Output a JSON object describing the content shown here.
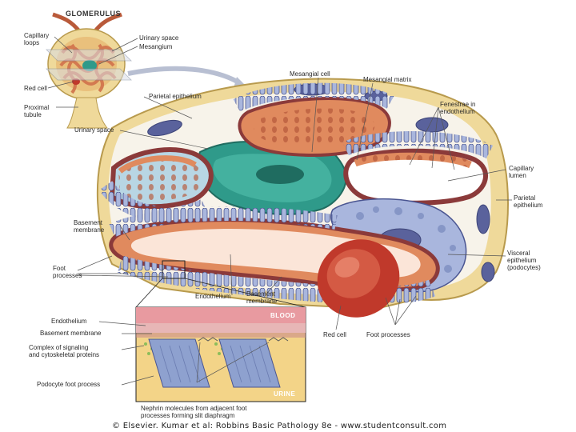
{
  "labels": {
    "glomerulus": "GLOMERULUS",
    "capillary_loops": "Capillary\nloops",
    "urinary_space_top": "Urinary space",
    "mesangium": "Mesangium",
    "red_cell_top": "Red cell",
    "proximal_tubule": "Proximal\ntubule",
    "mesangial_cell": "Mesangial cell",
    "mesangial_matrix": "Mesangial matrix",
    "parietal_epithelium_left": "Parietal epithelium",
    "fenestrae": "Fenestrae in\nendothelium",
    "urinary_space": "Urinary space",
    "capillary_lumen": "Capillary\nlumen",
    "parietal_epithelium_right": "Parietal\nepithelium",
    "basement_membrane_left": "Basement\nmembrane",
    "visceral_epithelium": "Visceral\nepithelium\n(podocytes)",
    "foot_processes_left": "Foot\nprocesses",
    "endothelium_mid": "Endothelium",
    "basement_membrane_mid": "Basement\nmembrane",
    "red_cell_bottom": "Red cell",
    "foot_processes_bottom": "Foot processes",
    "endothelium_inset": "Endothelium",
    "basement_membrane_inset": "Basement membrane",
    "complex_signaling": "Complex of signaling\nand cytoskeletal proteins",
    "podocyte_foot_process": "Podocyte foot process",
    "nephrin": "Nephrin molecules from adjacent foot\nprocesses forming slit diaphragm"
  },
  "inset_tags": {
    "blood": "BLOOD",
    "urine": "URINE"
  },
  "caption": "© Elsevier. Kumar et al: Robbins Basic Pathology 8e - www.studentconsult.com",
  "colors": {
    "capillary_wall": "#e08a5e",
    "basement_membrane": "#8b3a3a",
    "mesangium": "#2f9a8a",
    "podocyte": "#a9b6dd",
    "parietal": "#efd99a",
    "nucleus": "#5a629c",
    "red_cell": "#c0392b",
    "inset_blood": "#e89aa0",
    "inset_urine": "#f3d488"
  }
}
